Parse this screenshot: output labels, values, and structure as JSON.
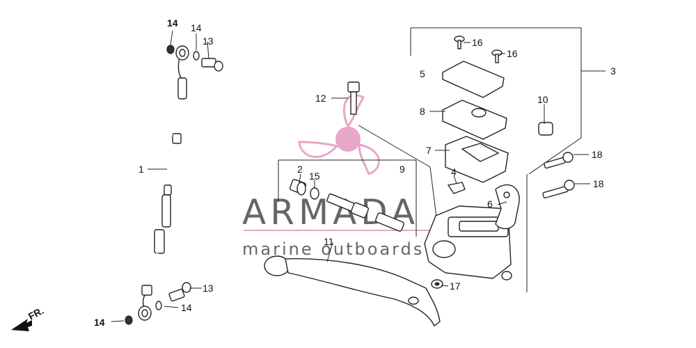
{
  "watermark": {
    "brand": "ARMADA",
    "tagline": "marine outboards",
    "accent_color": "#e8a6c8",
    "text_color": "#666666"
  },
  "direction_indicator": "FR.",
  "callouts": {
    "c1": "1",
    "c2": "2",
    "c3": "3",
    "c4": "4",
    "c5": "5",
    "c6": "6",
    "c7": "7",
    "c8": "8",
    "c9": "9",
    "c10": "10",
    "c11": "11",
    "c12": "12",
    "c13a": "13",
    "c13b": "13",
    "c14a": "14",
    "c14b": "14",
    "c14c": "14",
    "c14d": "14",
    "c15": "15",
    "c16a": "16",
    "c16b": "16",
    "c17": "17",
    "c18a": "18",
    "c18b": "18"
  }
}
